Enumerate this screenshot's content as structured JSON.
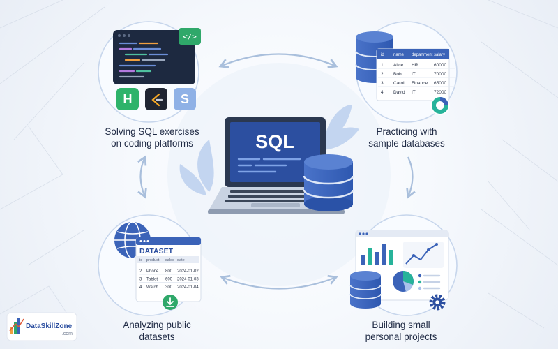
{
  "center": {
    "screen_text": "SQL"
  },
  "nodes": {
    "coding": {
      "label_lines": [
        "Solving SQL exercises",
        "on coding platforms"
      ],
      "code_tag": "</>",
      "platform_icons": [
        "H",
        "‹",
        "S"
      ],
      "icon_names": [
        "hackerrank-icon",
        "leetcode-icon",
        "stratascratch-icon"
      ]
    },
    "sample_db": {
      "label_lines": [
        "Practicing with",
        "sample databases"
      ],
      "table": {
        "columns": [
          "id",
          "name",
          "department",
          "salary"
        ],
        "rows": [
          [
            "1",
            "Alice",
            "HR",
            "60000"
          ],
          [
            "2",
            "Bob",
            "IT",
            "70000"
          ],
          [
            "3",
            "Carol",
            "Finance",
            "65000"
          ],
          [
            "4",
            "David",
            "IT",
            "72000"
          ]
        ]
      }
    },
    "public_data": {
      "label_lines": [
        "Analyzing public",
        "datasets"
      ],
      "card_title": "DATASET",
      "table": {
        "columns": [
          "id",
          "product",
          "sales",
          "date"
        ],
        "rows": [
          [
            "2",
            "Phone",
            "800",
            "2024-01-02"
          ],
          [
            "3",
            "Tablet",
            "600",
            "2024-01-03"
          ],
          [
            "4",
            "Watch",
            "300",
            "2024-01-04"
          ]
        ]
      }
    },
    "projects": {
      "label_lines": [
        "Building small",
        "personal projects"
      ]
    }
  },
  "brand": {
    "name": "DataSkillZone",
    "suffix": ".com"
  },
  "colors": {
    "primary": "#3b63b8",
    "dark_screen": "#1d2940",
    "ring": "#c7d6ec",
    "arrow": "#a9bfdc",
    "green": "#2fa86a",
    "teal": "#27b39a"
  }
}
